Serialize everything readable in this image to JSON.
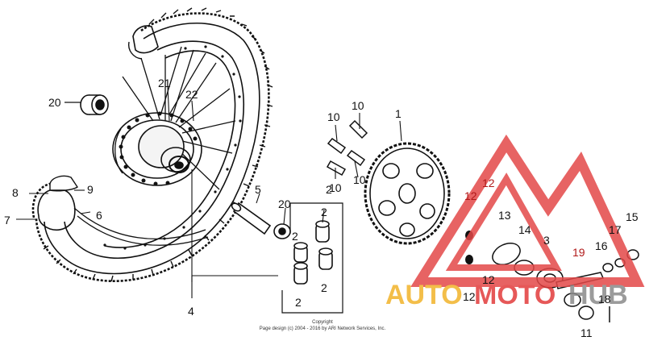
{
  "labels": {
    "p1": "1",
    "p2a": "2",
    "p2b": "2",
    "p2c": "2",
    "p2d": "2",
    "p2e": "2",
    "p3": "3",
    "p4": "4",
    "p5": "5",
    "p6": "6",
    "p7": "7",
    "p8": "8",
    "p9": "9",
    "p10a": "10",
    "p10b": "10",
    "p10c": "10",
    "p10d": "10",
    "p11": "11",
    "p12a": "12",
    "p12b": "12",
    "p12c": "12",
    "p12d": "12",
    "p13": "13",
    "p14": "14",
    "p15": "15",
    "p16": "16",
    "p17": "17",
    "p18": "18",
    "p19": "19",
    "p20a": "20",
    "p20b": "20",
    "p21": "21",
    "p22": "22"
  },
  "copyright": {
    "line1": "Copyright",
    "line2": "Page design (c) 2004 - 2016 by ARI Network Services, Inc."
  },
  "watermark": {
    "auto": "AUTO",
    "moto": "MOTO",
    "hub": "HUB",
    "colors": {
      "auto": "#f2b32a",
      "moto": "#e23b3b",
      "hub": "#8a8a8a",
      "triangle": "#e34848"
    }
  }
}
